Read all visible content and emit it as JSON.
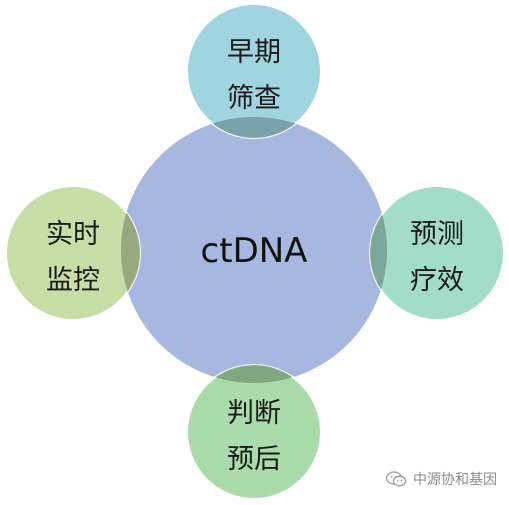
{
  "center": {
    "label": "ctDNA",
    "color": "#a6b8e0"
  },
  "nodes": [
    {
      "id": "top",
      "line1": "早期",
      "line2": "筛查",
      "color": "#9fd4e0"
    },
    {
      "id": "right",
      "line1": "预测",
      "line2": "疗效",
      "color": "#a3dcc9"
    },
    {
      "id": "bottom",
      "line1": "判断",
      "line2": "预后",
      "color": "#a9dcaa"
    },
    {
      "id": "left",
      "line1": "实时",
      "line2": "监控",
      "color": "#c7dea6"
    }
  ],
  "watermark": {
    "icon": "wechat-icon",
    "text": "中源协和基因"
  }
}
